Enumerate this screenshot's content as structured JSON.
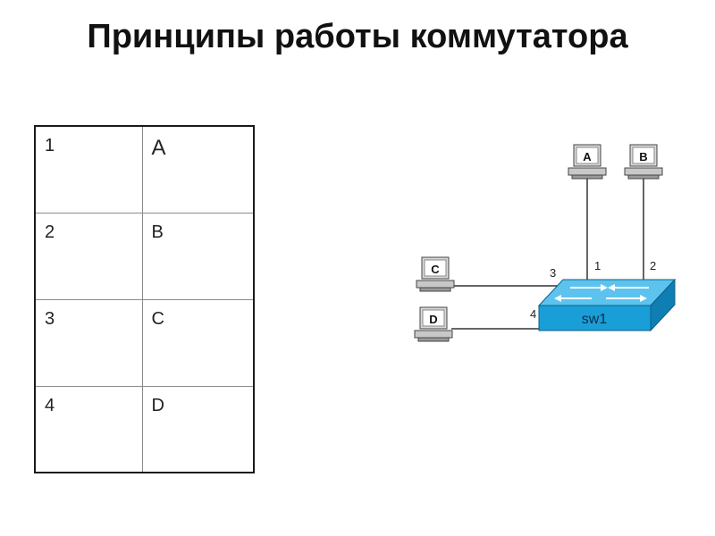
{
  "slide": {
    "title": "Принципы работы коммутатора"
  },
  "table": {
    "rows": [
      {
        "port": "1",
        "host": "A"
      },
      {
        "port": "2",
        "host": "B"
      },
      {
        "port": "3",
        "host": "C"
      },
      {
        "port": "4",
        "host": "D"
      }
    ]
  },
  "diagram": {
    "switch": {
      "label": "sw1",
      "color": "#1a9ed8"
    },
    "hosts": [
      {
        "label": "A",
        "port": "1"
      },
      {
        "label": "B",
        "port": "2"
      },
      {
        "label": "C",
        "port": "3"
      },
      {
        "label": "D",
        "port": "4"
      }
    ]
  }
}
